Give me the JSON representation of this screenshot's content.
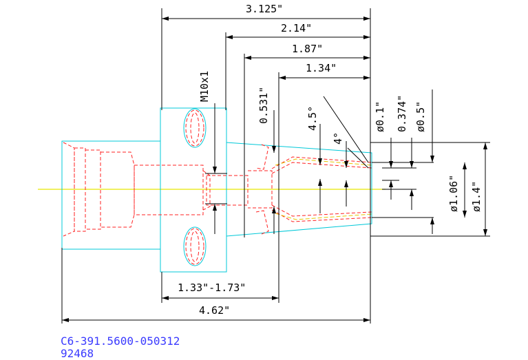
{
  "colors": {
    "outline": "#00c8d8",
    "hidden": "#ff2020",
    "centerline": "#e8e800",
    "collet": "#e6c600",
    "dimension": "#000000",
    "part_text": "#3a3aff"
  },
  "dimensions": {
    "overall_top": "3.125\"",
    "d_2_14": "2.14\"",
    "d_1_87": "1.87\"",
    "d_1_34": "1.34\"",
    "thread": "M10x1",
    "d_0_531": "0.531\"",
    "angle_4_5": "4.5°",
    "angle_4": "4°",
    "dia_0_1": "ø0.1\"",
    "d_0_374": "0.374\"",
    "dia_0_5": "ø0.5\"",
    "dia_1_06": "ø1.06\"",
    "dia_1_4": "ø1.4\"",
    "range": "1.33\"-1.73\"",
    "overall_bottom": "4.62\""
  },
  "part": {
    "number": "C6-391.5600-050312",
    "code": "92468"
  }
}
